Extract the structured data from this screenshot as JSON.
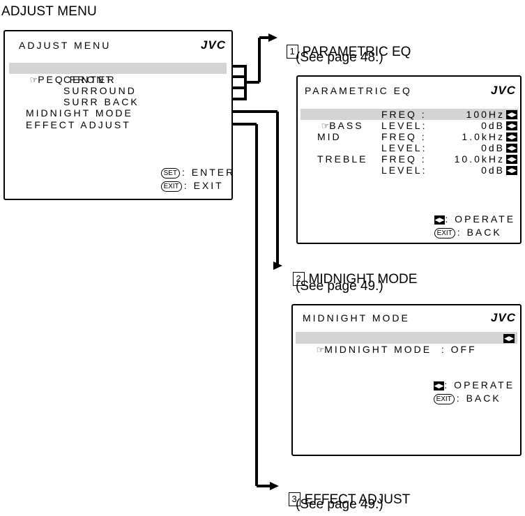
{
  "heading": "ADJUST MENU",
  "brand": "JVC",
  "cursor_icon": "pointing-hand-icon",
  "adjust_menu": {
    "title": "ADJUST MENU",
    "items": [
      "PEQ FRONT",
      "CENTER",
      "SURROUND",
      "SURR BACK",
      "MIDNIGHT MODE",
      "EFFECT ADJUST"
    ],
    "set_key": "SET",
    "set_label": ": ENTER",
    "exit_key": "EXIT",
    "exit_label": ": EXIT"
  },
  "captions": [
    {
      "num": "1",
      "title": "PARAMETRIC EQ",
      "page": "(See page 48.)"
    },
    {
      "num": "2",
      "title": "MIDNIGHT MODE",
      "page": "(See page 49.)"
    },
    {
      "num": "3",
      "title": "EFFECT ADJUST",
      "page": "(See page 49.)"
    }
  ],
  "peq_menu": {
    "title": "PARAMETRIC EQ",
    "rows": [
      {
        "band": "BASS",
        "param": "FREQ",
        "value": "100Hz"
      },
      {
        "band": "",
        "param": "LEVEL",
        "value": "0dB"
      },
      {
        "band": "MID",
        "param": "FREQ",
        "value": "1.0kHz"
      },
      {
        "band": "",
        "param": "LEVEL",
        "value": "0dB"
      },
      {
        "band": "TREBLE",
        "param": "FREQ",
        "value": "10.0kHz"
      },
      {
        "band": "",
        "param": "LEVEL",
        "value": "0dB"
      }
    ],
    "operate_label": ": OPERATE",
    "exit_key": "EXIT",
    "back_label": ": BACK"
  },
  "midnight_menu": {
    "title": "MIDNIGHT MODE",
    "row_label": "MIDNIGHT MODE",
    "row_value": ": OFF",
    "operate_label": ": OPERATE",
    "exit_key": "EXIT",
    "back_label": ": BACK"
  }
}
